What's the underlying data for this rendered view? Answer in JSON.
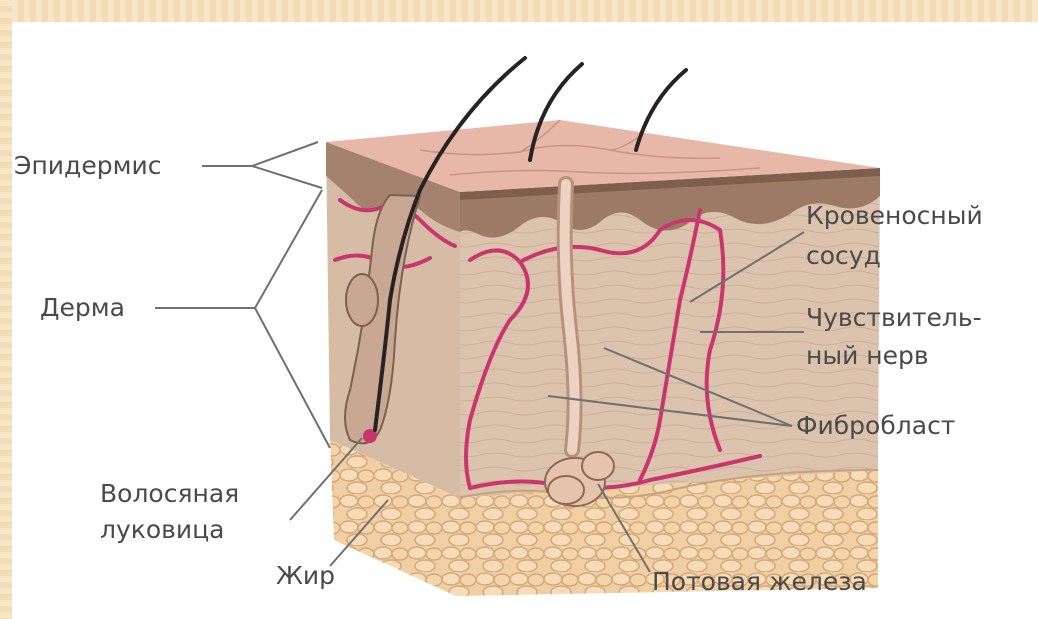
{
  "labels": {
    "epidermis": "Эпидермис",
    "dermis": "Дерма",
    "hair_bulb_1": "Волосяная",
    "hair_bulb_2": "луковица",
    "fat": "Жир",
    "blood_vessel_1": "Кровеносный",
    "blood_vessel_2": "сосуд",
    "nerve_1": "Чувствитель-",
    "nerve_2": "ный нерв",
    "fibroblast": "Фибробласт",
    "sweat_gland": "Потовая железа"
  },
  "colors": {
    "frame": "#f3dcb1",
    "epidermis": "#9c7a66",
    "dermis": "#e3c9b4",
    "dermis_dark": "#d2b39c",
    "fat": "#e9c79b",
    "vessel": "#c9366e",
    "hair": "#2a2222",
    "leader": "#707070",
    "label_text": "#4a4a4a"
  }
}
